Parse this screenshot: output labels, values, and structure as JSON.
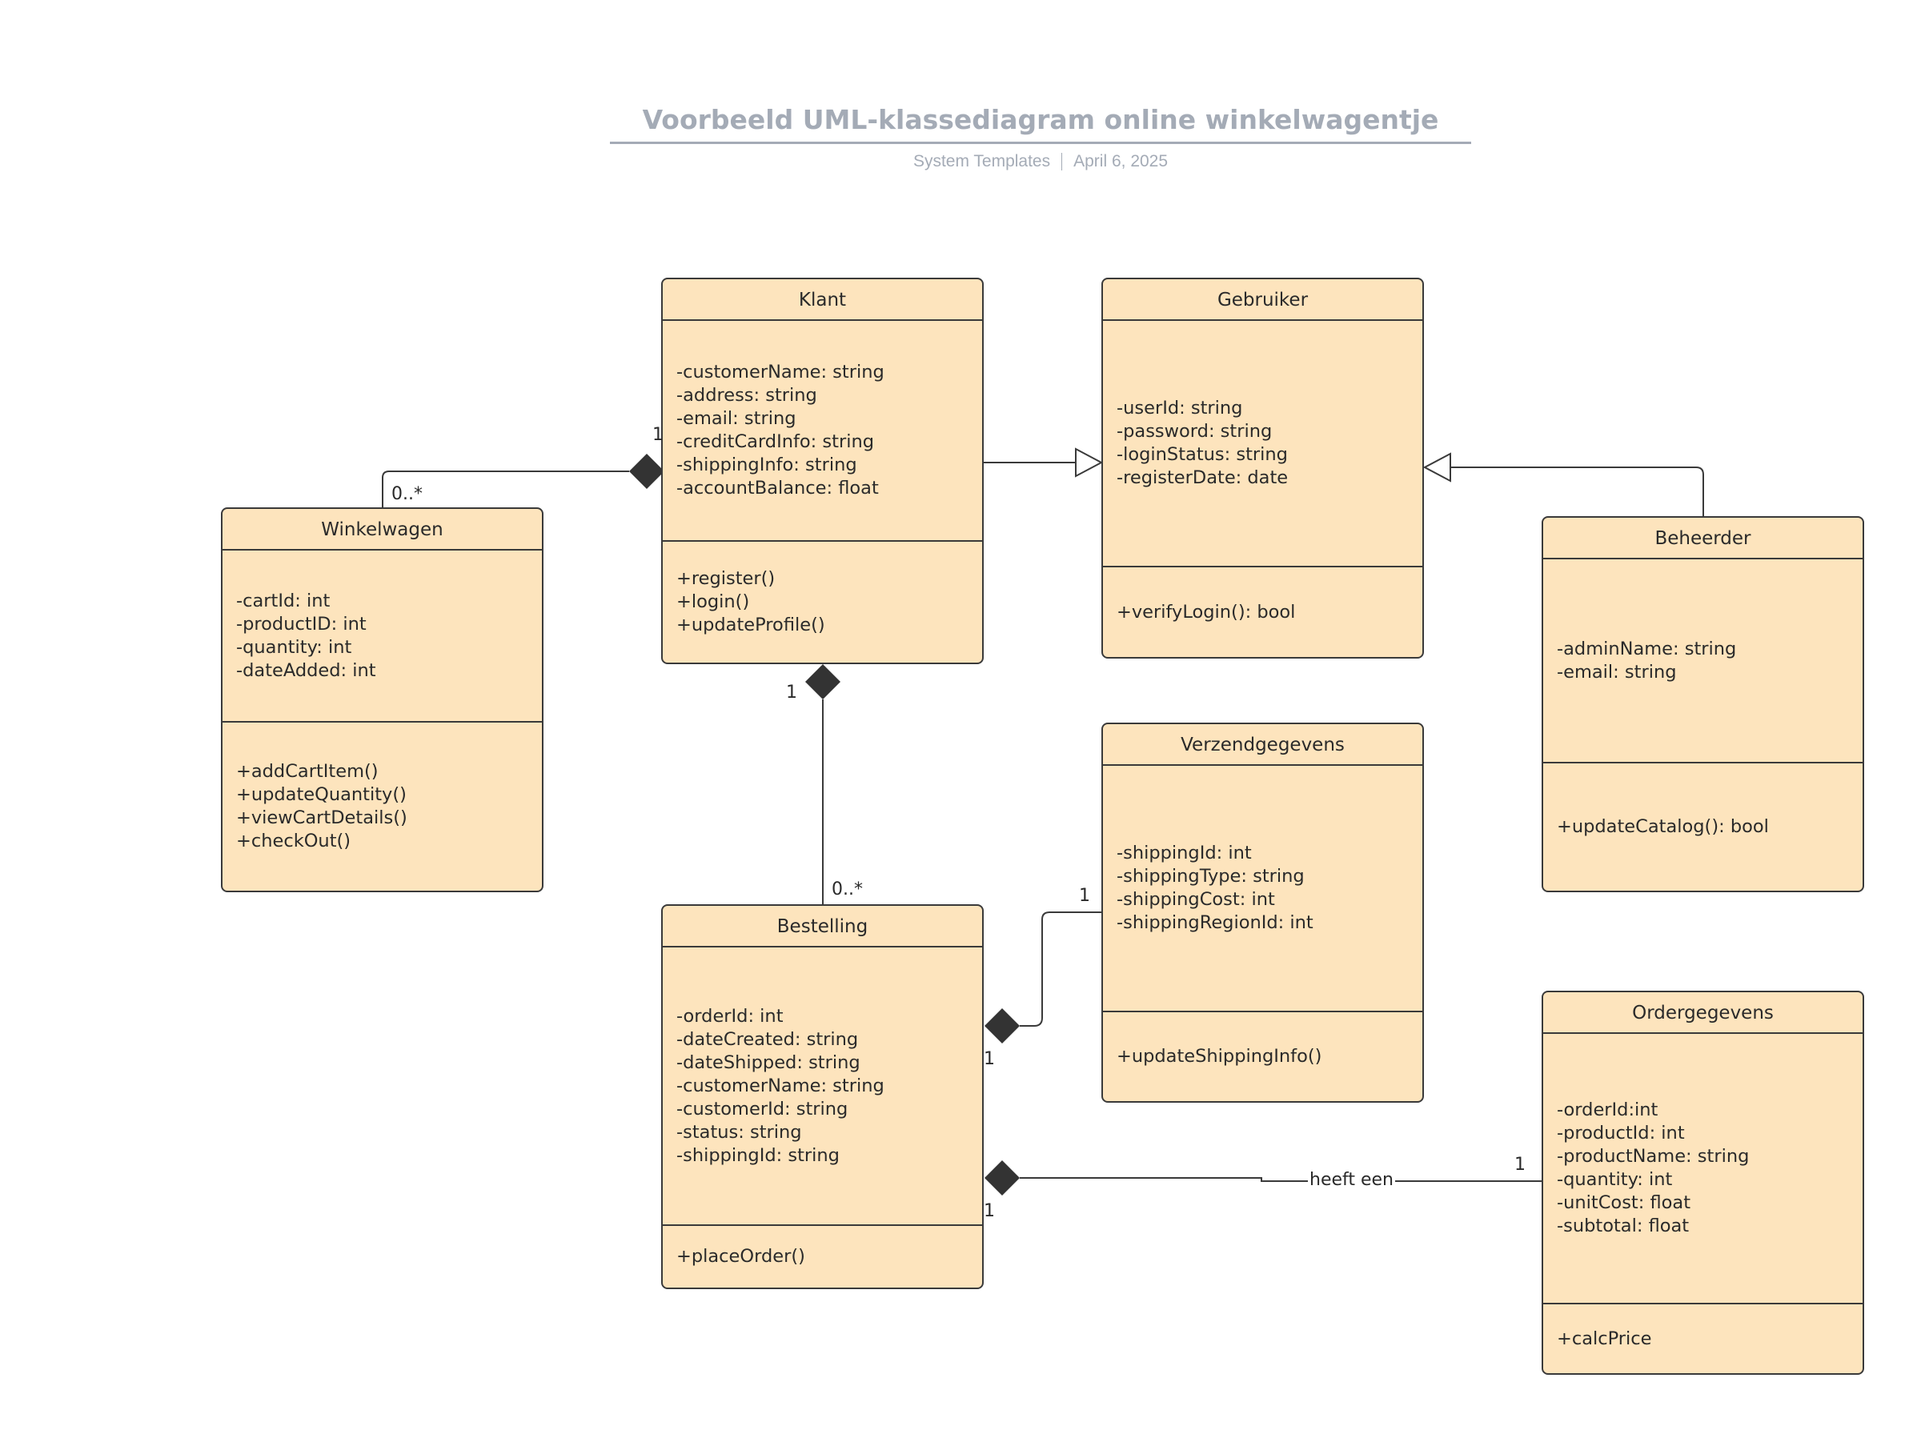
{
  "header": {
    "title": "Voorbeeld UML-klassediagram online winkelwagentje",
    "author": "System Templates",
    "date": "April 6, 2025"
  },
  "colors": {
    "class_fill": "#fde4bd",
    "class_border": "#3a3a3a",
    "header_text": "#a4abb6",
    "connector": "#3a3a3a"
  },
  "classes": {
    "klant": {
      "name": "Klant",
      "attributes": [
        "-customerName: string",
        "-address: string",
        "-email: string",
        "-creditCardInfo: string",
        "-shippingInfo: string",
        "-accountBalance: float"
      ],
      "operations": [
        "+register()",
        "+login()",
        "+updateProfile()"
      ]
    },
    "gebruiker": {
      "name": "Gebruiker",
      "attributes": [
        "-userId: string",
        "-password: string",
        "-loginStatus: string",
        "-registerDate: date"
      ],
      "operations": [
        "+verifyLogin(): bool"
      ]
    },
    "winkelwagen": {
      "name": "Winkelwagen",
      "attributes": [
        "-cartId: int",
        "-productID: int",
        "-quantity: int",
        "-dateAdded: int"
      ],
      "operations": [
        "+addCartItem()",
        "+updateQuantity()",
        "+viewCartDetails()",
        "+checkOut()"
      ]
    },
    "beheerder": {
      "name": "Beheerder",
      "attributes": [
        "-adminName: string",
        "-email: string"
      ],
      "operations": [
        "+updateCatalog(): bool"
      ]
    },
    "verzendgegevens": {
      "name": "Verzendgegevens",
      "attributes": [
        "-shippingId: int",
        "-shippingType: string",
        "-shippingCost: int",
        "-shippingRegionId: int"
      ],
      "operations": [
        "+updateShippingInfo()"
      ]
    },
    "bestelling": {
      "name": "Bestelling",
      "attributes": [
        "-orderId: int",
        "-dateCreated: string",
        "-dateShipped: string",
        "-customerName: string",
        "-customerId: string",
        "-status: string",
        "-shippingId: string"
      ],
      "operations": [
        "+placeOrder()"
      ]
    },
    "ordergegevens": {
      "name": "Ordergegevens",
      "attributes": [
        "-orderId:int",
        "-productId: int",
        "-productName: string",
        "-quantity: int",
        "-unitCost: float",
        "-subtotal: float"
      ],
      "operations": [
        "+calcPrice"
      ]
    }
  },
  "relationships": [
    {
      "type": "composition",
      "whole": "Klant",
      "part": "Winkelwagen",
      "whole_multiplicity": "1",
      "part_multiplicity": "0..*"
    },
    {
      "type": "generalization",
      "child": "Klant",
      "parent": "Gebruiker"
    },
    {
      "type": "generalization",
      "child": "Beheerder",
      "parent": "Gebruiker"
    },
    {
      "type": "composition",
      "whole": "Klant",
      "part": "Bestelling",
      "whole_multiplicity": "1",
      "part_multiplicity": "0..*"
    },
    {
      "type": "composition",
      "whole": "Bestelling",
      "part": "Verzendgegevens",
      "whole_multiplicity": "1",
      "part_multiplicity": "1"
    },
    {
      "type": "composition",
      "whole": "Bestelling",
      "part": "Ordergegevens",
      "whole_multiplicity": "1",
      "part_multiplicity": "1",
      "label": "heeft een"
    }
  ]
}
